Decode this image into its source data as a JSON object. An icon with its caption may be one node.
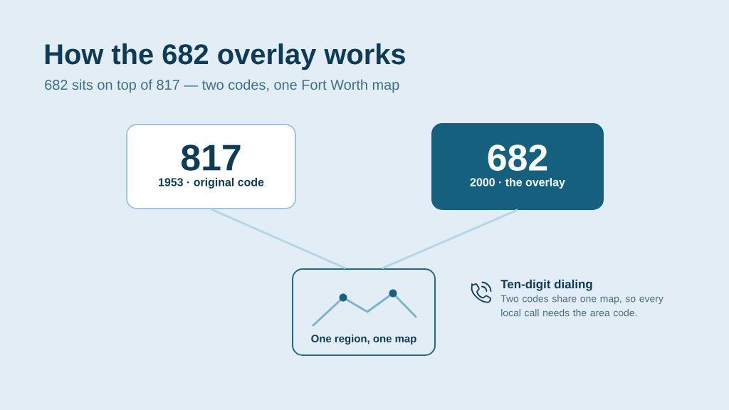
{
  "diagram": {
    "title": "How the 682 overlay works",
    "nodes": [
      {
        "text": [
          "817",
          "1953 · original code"
        ]
      },
      {
        "text": [
          "682",
          "2000 · the overlay"
        ]
      },
      {
        "text": [
          "One region, one map"
        ]
      }
    ],
    "edges": [
      {
        "from": 0,
        "to": 2,
        "arrow": "none"
      },
      {
        "from": 1,
        "to": 2,
        "arrow": "none"
      }
    ],
    "labels": [
      "682 sits on top of 817 — two codes, one Fort Worth map",
      "Ten-digit dialing",
      "Two codes share one map, so every local call needs the area code."
    ]
  }
}
